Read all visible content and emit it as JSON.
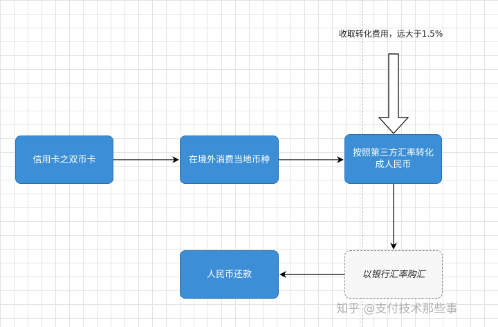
{
  "annotation": "收取转化费用，远大于1.5%",
  "nodes": {
    "credit_card": "信用卡之双币卡",
    "overseas_spend": "在境外消费当地币种",
    "third_party_convert": "按照第三方汇率转化\n成人民币",
    "bank_purchase": "以银行汇率购汇",
    "rmb_repay": "人民币还款"
  },
  "watermark": "知乎 @支付技术那些事"
}
